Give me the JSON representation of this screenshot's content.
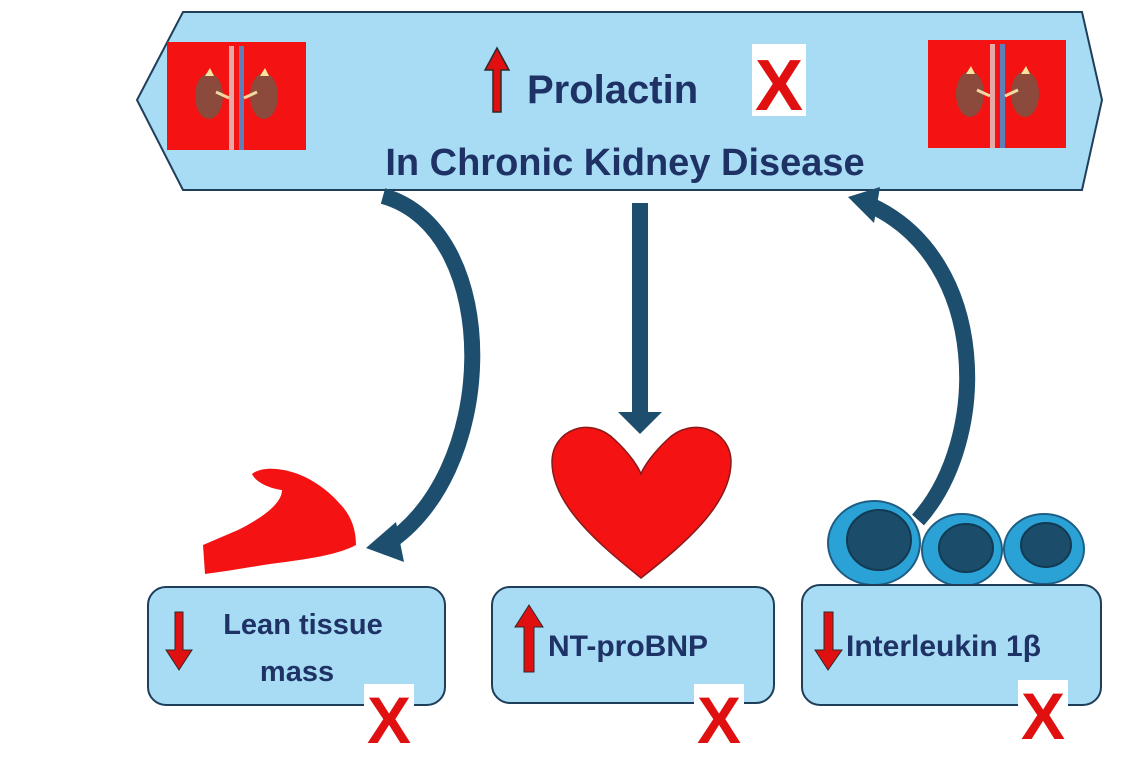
{
  "header": {
    "line1": "Prolactin",
    "line2": "In Chronic Kidney Disease",
    "indicator": "up",
    "mark": "X"
  },
  "boxes": [
    {
      "id": "lean",
      "line1": "Lean tissue",
      "line2": "mass",
      "indicator": "down",
      "mark": "X",
      "icon": "muscle-icon"
    },
    {
      "id": "ntprobnp",
      "line1": "NT-proBNP",
      "indicator": "up",
      "mark": "X",
      "icon": "heart-icon"
    },
    {
      "id": "il1b",
      "line1": "Interleukin 1β",
      "indicator": "down",
      "mark": "X",
      "icon": "immune-cells-icon"
    }
  ],
  "colors": {
    "banner_fill": "#a7dcf4",
    "box_fill": "#a7dcf4",
    "outline": "#1f3e5a",
    "text": "#1f3266",
    "arrow": "#1d4e6e",
    "red": "#e01010",
    "cell_fill": "#2ba2d6",
    "cell_nucleus": "#1b4d6b"
  }
}
